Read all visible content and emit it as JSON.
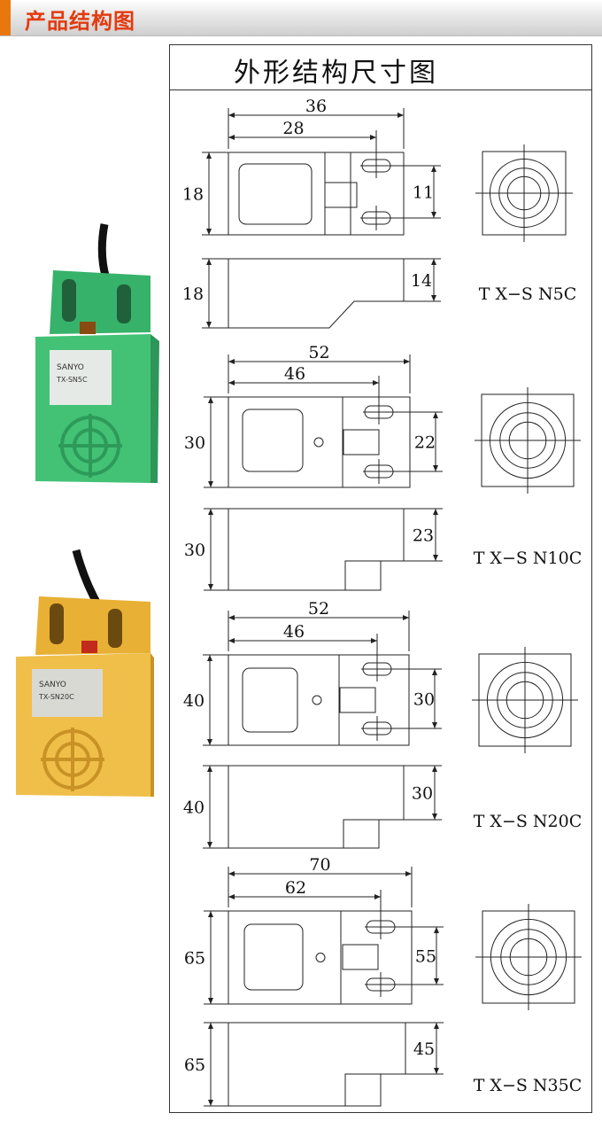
{
  "header": {
    "title": "产品结构图"
  },
  "drawing": {
    "title": "外形结构尺寸图"
  },
  "photos": [
    {
      "body_color": "#3ab86a",
      "label_lines": [
        "SANYO",
        "TX-SN5C"
      ]
    },
    {
      "body_color": "#e9b23a",
      "label_lines": [
        "SANYO",
        "TX-SN20C"
      ]
    }
  ],
  "models": [
    {
      "model": "T X−S N5C",
      "total_width": "36",
      "hole_pitch": "28",
      "height": "18",
      "hole_spacing": "11",
      "side_height": "18",
      "side_step": "14"
    },
    {
      "model": "T X−S N10C",
      "total_width": "52",
      "hole_pitch": "46",
      "height": "30",
      "hole_spacing": "22",
      "side_height": "30",
      "side_step": "23"
    },
    {
      "model": "T X−S N20C",
      "total_width": "52",
      "hole_pitch": "46",
      "height": "40",
      "hole_spacing": "30",
      "side_height": "40",
      "side_step": "30"
    },
    {
      "model": "T X−S N35C",
      "total_width": "70",
      "hole_pitch": "62",
      "height": "65",
      "hole_spacing": "55",
      "side_height": "65",
      "side_step": "45"
    }
  ]
}
